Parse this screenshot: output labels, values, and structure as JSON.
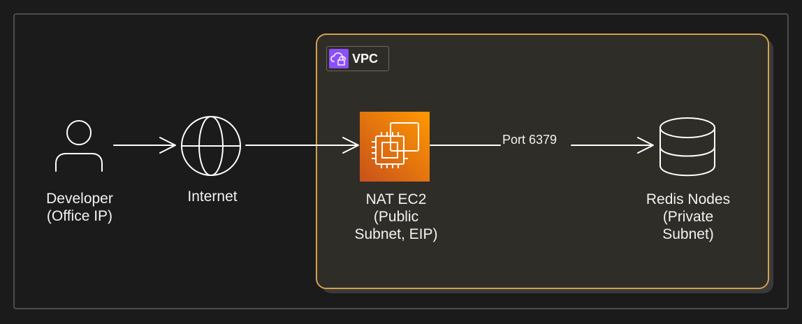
{
  "diagram": {
    "nodes": {
      "developer": {
        "line1": "Developer",
        "line2": "(Office IP)"
      },
      "internet": {
        "line1": "Internet"
      },
      "nat": {
        "line1": "NAT EC2",
        "line2": "(Public",
        "line3": "Subnet, EIP)"
      },
      "redis": {
        "line1": "Redis Nodes",
        "line2": "(Private",
        "line3": "Subnet)"
      }
    },
    "vpc": {
      "label": "VPC",
      "icon": "vpc-cloud-lock-icon"
    },
    "edges": {
      "nat_to_redis": {
        "label": "Port 6379"
      }
    },
    "colors": {
      "background": "#1b1b1b",
      "vpc_border": "#d4a04e",
      "vpc_fill": "#2f2d28",
      "ec2_orange": "#ed7100",
      "vpc_purple": "#8c4fff",
      "stroke": "#ffffff"
    }
  }
}
